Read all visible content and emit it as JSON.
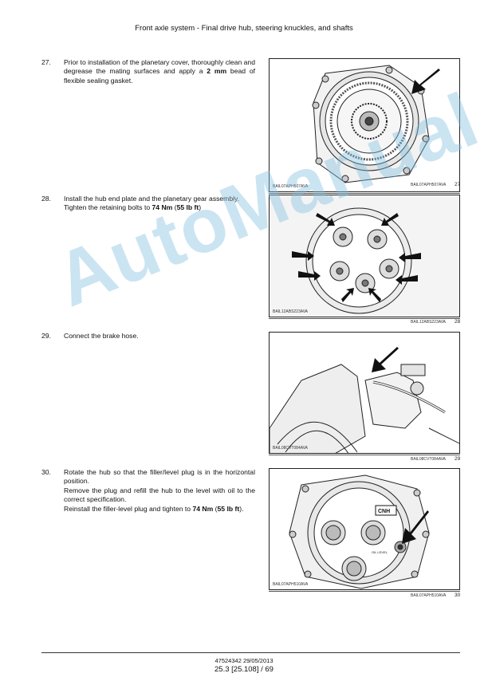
{
  "header": {
    "title": "Front axle system - Final drive hub, steering knuckles, and shafts"
  },
  "steps": [
    {
      "number": "27.",
      "segments": [
        {
          "text": "Prior to installation of the planetary cover, thoroughly clean and degrease the mating surfaces and apply a ",
          "bold": false
        },
        {
          "text": "2 mm",
          "bold": true
        },
        {
          "text": " bead of flexible sealing gasket.",
          "bold": false
        }
      ]
    },
    {
      "number": "28.",
      "segments": [
        {
          "text": "Install the hub end plate and the planetary gear assembly.",
          "bold": false,
          "break": true
        },
        {
          "text": "Tighten the retaining bolts to ",
          "bold": false
        },
        {
          "text": "74 Nm",
          "bold": true
        },
        {
          "text": " (",
          "bold": false
        },
        {
          "text": "55 lb ft",
          "bold": true
        },
        {
          "text": ")",
          "bold": false
        }
      ]
    },
    {
      "number": "29.",
      "segments": [
        {
          "text": "Connect the brake hose.",
          "bold": false
        }
      ]
    },
    {
      "number": "30.",
      "segments": [
        {
          "text": "Rotate the hub so that the filler/level plug is in the horizontal position.",
          "bold": false,
          "break": true
        },
        {
          "text": "Remove the plug and refill the hub to the level with oil to the correct specification.",
          "bold": false,
          "break": true
        },
        {
          "text": "Reinstall the filler-level plug and tighten to ",
          "bold": false
        },
        {
          "text": "74 Nm",
          "bold": true
        },
        {
          "text": " (",
          "bold": false
        },
        {
          "text": "55 lb ft",
          "bold": true
        },
        {
          "text": ").",
          "bold": false
        }
      ]
    }
  ],
  "figures": [
    {
      "code": "BAIL07APH507AVA",
      "caption": "BAIL07APH507AVA",
      "number": "27"
    },
    {
      "code": "BAIL12ABS223AVA",
      "caption": "BAIL12ABS223AVA",
      "number": "28"
    },
    {
      "code": "BAIL08CVT084AVA",
      "caption": "BAIL08CVT084AVA",
      "number": "29"
    },
    {
      "code": "BAIL07APH510AVA",
      "caption": "BAIL07APH510AVA",
      "number": "30",
      "labels": {
        "brand": "CNH",
        "oil_level": "OIL LEVEL"
      }
    }
  ],
  "watermark": "AutoManual",
  "footer": {
    "doc": "47524342 29/05/2013",
    "page": "25.3 [25.108] / 69"
  }
}
